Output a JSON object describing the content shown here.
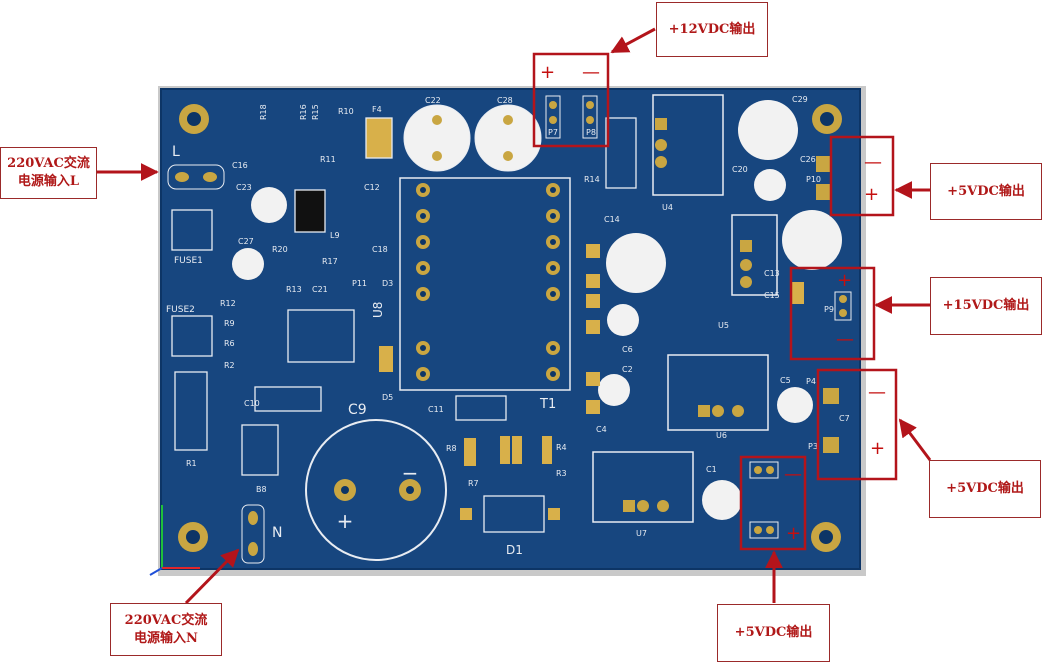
{
  "colors": {
    "board": "#17467f",
    "board_edge": "#0d3566",
    "silk": "#e8ecf2",
    "pad_gold": "#c9a642",
    "annotation": "#c40f0f",
    "callout_text": "#b01818"
  },
  "callouts": {
    "out_12v": "+12VDC输出",
    "out_5v_a": "+5VDC输出",
    "out_15v": "+15VDC输出",
    "out_5v_b": "+5VDC输出",
    "out_5v_c": "+5VDC输出",
    "in_L": "220VAC交流\n电源输入L",
    "in_N": "220VAC交流\n电源输入N"
  },
  "polarity": {
    "plus": "+",
    "minus": "—"
  },
  "silkscreen": {
    "L": "L",
    "N": "N",
    "C9": "C9",
    "T1": "T1",
    "U8": "U8",
    "D1": "D1",
    "FUSE1": "FUSE1",
    "FUSE2": "FUSE2",
    "R1": "R1",
    "B8": "B8",
    "P7": "P7",
    "P8": "P8",
    "P10": "P10",
    "P9": "P9",
    "P3": "P3",
    "P4": "P4",
    "C22": "C22",
    "C28": "C28",
    "C29": "C29",
    "C26": "C26",
    "C23": "C23",
    "C27": "C27",
    "C16": "C16",
    "C11": "C11",
    "C10": "C10",
    "C5": "C5",
    "C7": "C7",
    "C1": "C1",
    "C2": "C2",
    "C4": "C4",
    "C14": "C14",
    "U4": "U4",
    "U5": "U5",
    "U6": "U6",
    "U7": "U7",
    "D5": "D5",
    "D3": "D3",
    "R14": "R14",
    "R8": "R8",
    "R4": "R4",
    "R3": "R3",
    "R7": "R7",
    "C12": "C12",
    "C13": "C13",
    "C15": "C15",
    "C20": "C20",
    "C21": "C21",
    "C6": "C6",
    "R2": "R2",
    "R6": "R6",
    "R9": "R9",
    "R12": "R12",
    "R13": "R13",
    "R20": "R20",
    "R17": "R17",
    "R11": "R11",
    "R10": "R10",
    "R18": "R18",
    "R16": "R16",
    "R15": "R15",
    "F4": "F4",
    "P11": "P11",
    "L9": "L9",
    "C18": "C18"
  }
}
